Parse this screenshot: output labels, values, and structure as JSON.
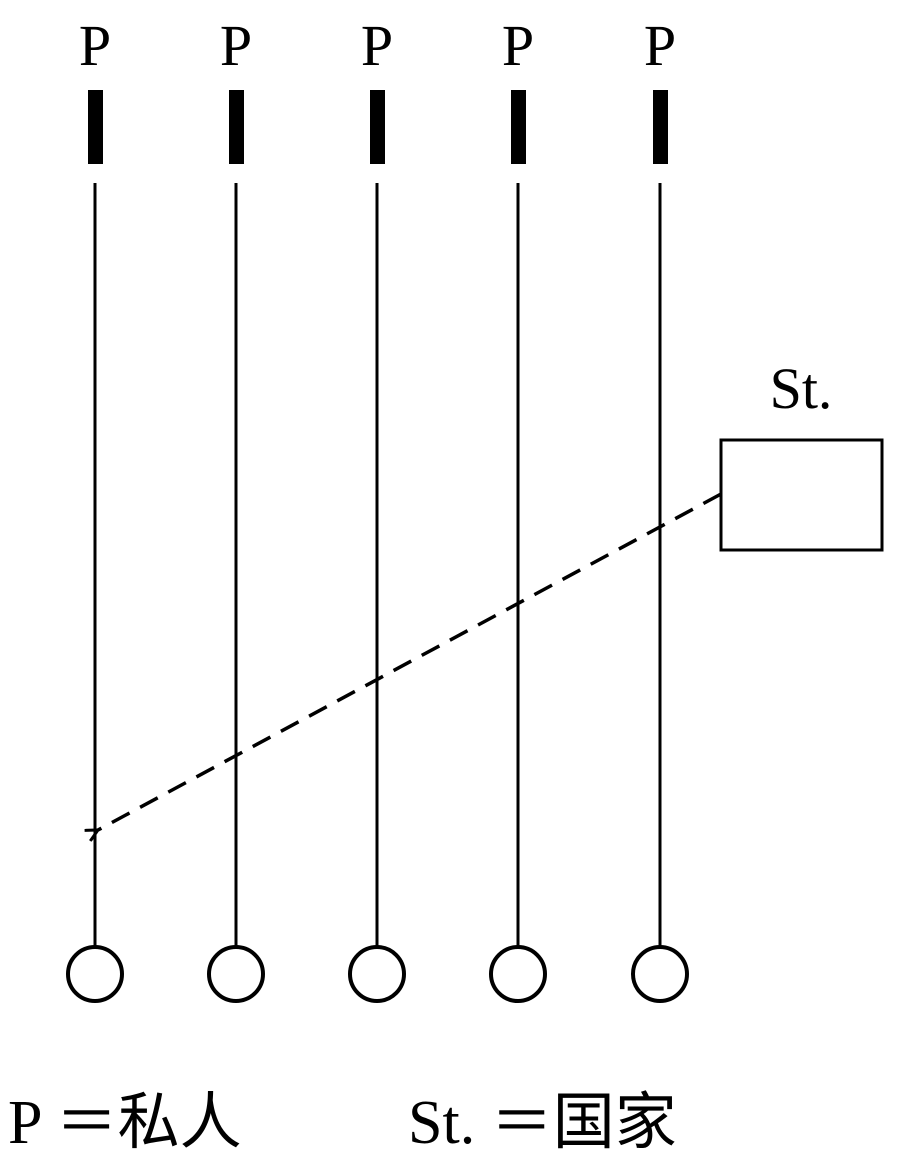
{
  "columns": [
    {
      "label": "P"
    },
    {
      "label": "P"
    },
    {
      "label": "P"
    },
    {
      "label": "P"
    },
    {
      "label": "P"
    }
  ],
  "state_box": {
    "label": "St."
  },
  "legend": {
    "private": "P ＝私人",
    "state": "St. ＝国家"
  },
  "colors": {
    "ink": "#000000",
    "background": "#ffffff"
  }
}
